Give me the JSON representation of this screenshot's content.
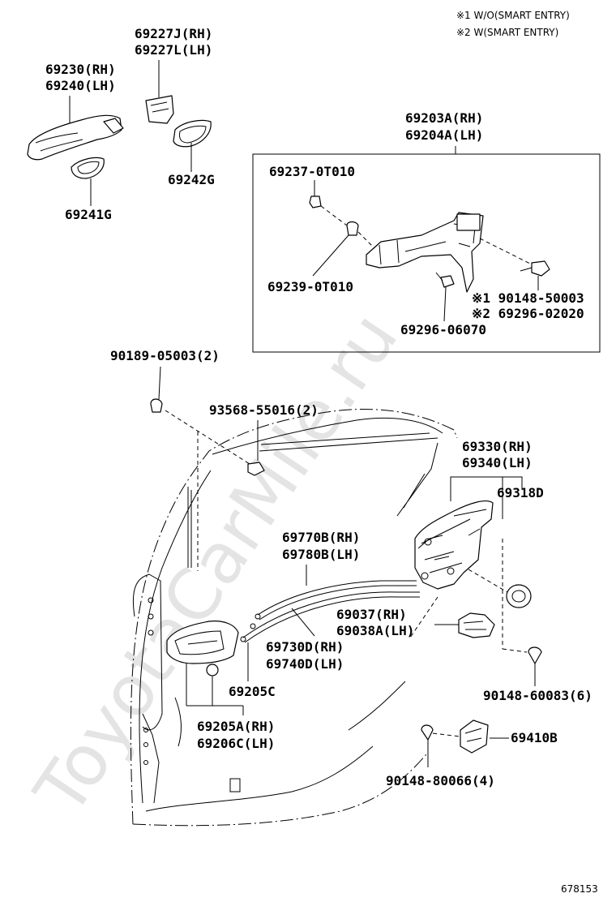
{
  "notes": {
    "n1": "※1 W/O(SMART ENTRY)",
    "n2": "※2 W(SMART ENTRY)"
  },
  "watermark": "ToyotaCarMile.ru",
  "diagram_id": "678153",
  "labels": {
    "p69227J": "69227J(RH)",
    "p69227L": "69227L(LH)",
    "p69230": "69230(RH)",
    "p69240": "69240(LH)",
    "p69242G": "69242G",
    "p69241G": "69241G",
    "p69203A": "69203A(RH)",
    "p69204A": "69204A(LH)",
    "p69237": "69237-0T010",
    "p69239": "69239-0T010",
    "p90148_50003": "※1 90148-50003",
    "p69296_02020": "※2 69296-02020",
    "p69296_06070": "69296-06070",
    "p90189": "90189-05003(2)",
    "p93568": "93568-55016(2)",
    "p69330": "69330(RH)",
    "p69340": "69340(LH)",
    "p69318D": "69318D",
    "p69770B": "69770B(RH)",
    "p69780B": "69780B(LH)",
    "p69037": "69037(RH)",
    "p69038A": "69038A(LH)",
    "p69730D": "69730D(RH)",
    "p69740D": "69740D(LH)",
    "p69205C": "69205C",
    "p69205A": "69205A(RH)",
    "p69206C": "69206C(LH)",
    "p90148_60083": "90148-60083(6)",
    "p69410B": "69410B",
    "p90148_80066": "90148-80066(4)"
  }
}
